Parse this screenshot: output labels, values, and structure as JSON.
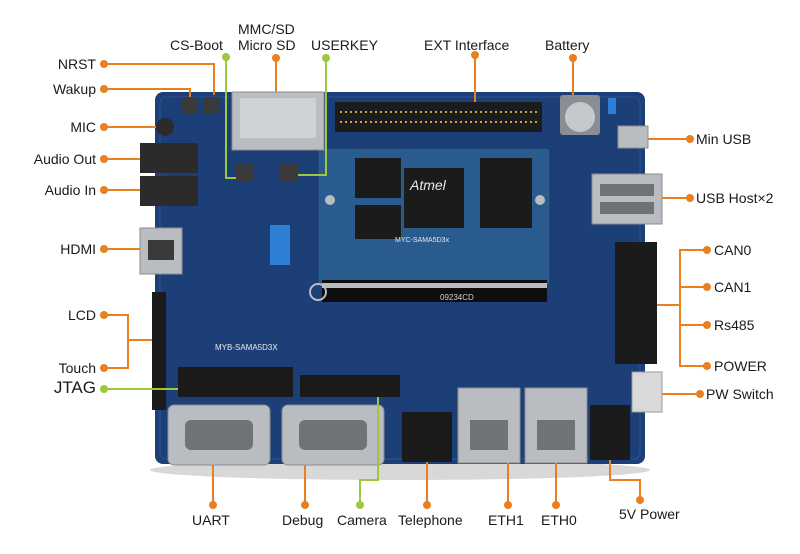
{
  "colors": {
    "leader_orange": "#e8801f",
    "leader_green": "#9bc93b",
    "board_blue": "#1d3f78",
    "board_dark": "#14305e",
    "som_blue": "#2a5b8f",
    "chip_black": "#1b1b1b",
    "metal": "#b9bcc0",
    "connector_black": "#222222",
    "header_blue": "#2f7fd6"
  },
  "labels": {
    "nrst": "NRST",
    "wakup": "Wakup",
    "mic": "MIC",
    "audio_out": "Audio Out",
    "audio_in": "Audio In",
    "hdmi": "HDMI",
    "lcd": "LCD",
    "touch": "Touch",
    "jtag": "JTAG",
    "cs_boot": "CS-Boot",
    "mmc_sd_1": "MMC/SD",
    "mmc_sd_2": "Micro SD",
    "userkey": "USERKEY",
    "ext_interface": "EXT Interface",
    "battery": "Battery",
    "min_usb": "Min USB",
    "usb_host": "USB Host×2",
    "can0": "CAN0",
    "can1": "CAN1",
    "rs485": "Rs485",
    "power": "POWER",
    "pw_switch": "PW Switch",
    "power_5v": "5V Power",
    "uart": "UART",
    "debug": "Debug",
    "camera": "Camera",
    "telephone": "Telephone",
    "eth1": "ETH1",
    "eth0": "ETH0"
  },
  "board_text": {
    "atmel": "Atmel",
    "som_name": "MYC-SAMA5D3x",
    "board_name": "MYB-SAMA5D3X",
    "slot_code": "09234CD"
  }
}
